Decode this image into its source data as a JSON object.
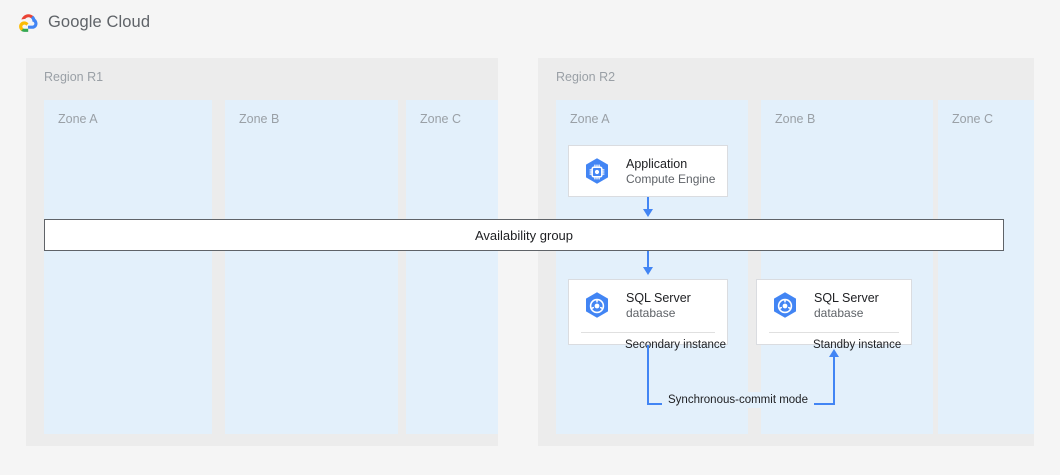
{
  "header": {
    "logo_icon": "google-cloud-logo-icon",
    "brand": "Google Cloud"
  },
  "diagram": {
    "regions": [
      {
        "id": "r1",
        "label": "Region R1",
        "zones": [
          {
            "id": "a",
            "label": "Zone A"
          },
          {
            "id": "b",
            "label": "Zone B"
          },
          {
            "id": "c",
            "label": "Zone C"
          }
        ]
      },
      {
        "id": "r2",
        "label": "Region R2",
        "zones": [
          {
            "id": "a",
            "label": "Zone A"
          },
          {
            "id": "b",
            "label": "Zone B"
          },
          {
            "id": "c",
            "label": "Zone C"
          }
        ]
      }
    ],
    "availability_group": {
      "label": "Availability group"
    },
    "nodes": [
      {
        "id": "application",
        "icon": "compute-engine-icon",
        "title": "Application",
        "subtitle": "Compute Engine",
        "footer": ""
      },
      {
        "id": "db-secondary",
        "icon": "sql-server-database-icon",
        "title": "SQL Server",
        "subtitle": "database",
        "footer": "Secondary instance"
      },
      {
        "id": "db-standby",
        "icon": "sql-server-database-icon",
        "title": "SQL Server",
        "subtitle": "database",
        "footer": "Standby instance"
      }
    ],
    "connectors": [
      {
        "id": "app-to-availability-group",
        "label": ""
      },
      {
        "id": "availability-group-to-secondary",
        "label": ""
      },
      {
        "id": "secondary-to-standby",
        "label": "Synchronous-commit mode"
      }
    ]
  },
  "colors": {
    "page_background": "#F5F5F5",
    "region_background": "#ECECEC",
    "zone_background": "#E3F0FB",
    "accent_blue": "#4285F4",
    "icon_blue": "#4285F4",
    "border_gray": "#DADCE0",
    "text_primary": "#202124",
    "text_secondary": "#5F6368",
    "text_muted": "#9AA0A6",
    "availability_group_border": "#5F6368"
  }
}
